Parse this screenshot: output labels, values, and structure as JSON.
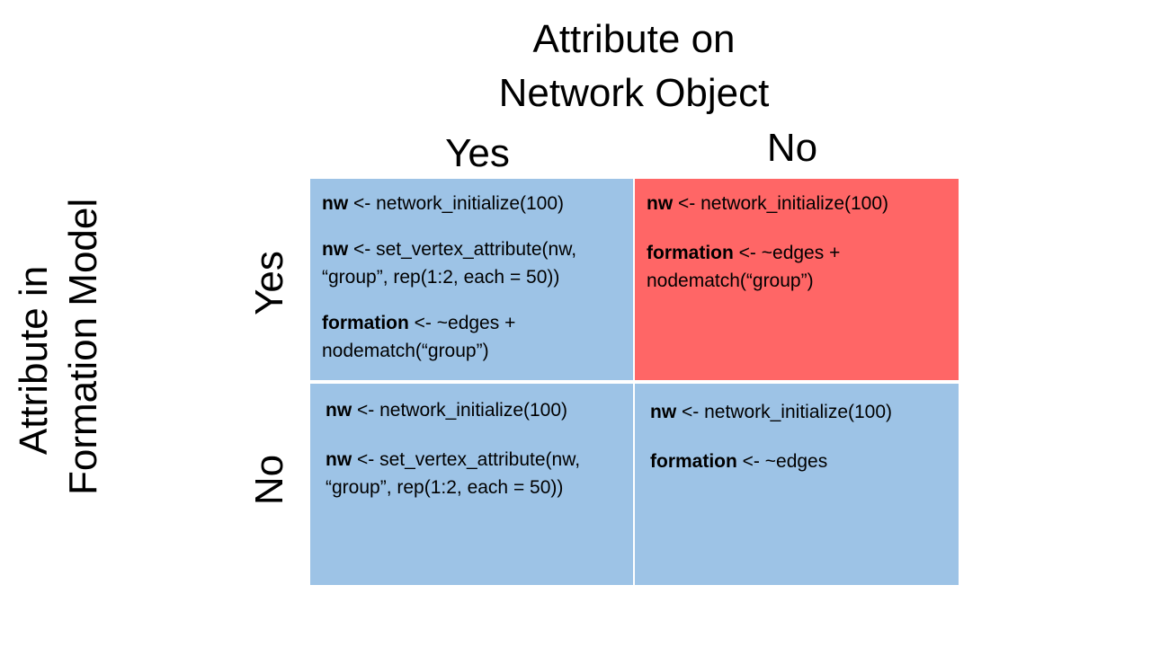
{
  "column_axis": {
    "title_line1": "Attribute on",
    "title_line2": "Network Object",
    "yes": "Yes",
    "no": "No"
  },
  "row_axis": {
    "title_line1": "Attribute in",
    "title_line2": "Formation Model",
    "yes": "Yes",
    "no": "No"
  },
  "cells": {
    "yes_yes": {
      "l1_kw": "nw",
      "l1_rest": " <- network_initialize(100)",
      "l2_kw": "nw",
      "l2_rest": " <- set_vertex_attribute(nw,",
      "l2b": "“group”, rep(1:2, each = 50))",
      "l3_kw": "formation",
      "l3_rest": " <- ~edges +",
      "l3b": "nodematch(“group”)"
    },
    "yes_no": {
      "l1_kw": "nw",
      "l1_rest": " <- network_initialize(100)",
      "l2_kw": "formation",
      "l2_rest": " <- ~edges +",
      "l2b": "nodematch(“group”)"
    },
    "no_yes": {
      "l1_kw": "nw",
      "l1_rest": " <- network_initialize(100)",
      "l2_kw": "nw",
      "l2_rest": " <- set_vertex_attribute(nw,",
      "l2b": "“group”, rep(1:2, each = 50))"
    },
    "no_no": {
      "l1_kw": "nw",
      "l1_rest": " <- network_initialize(100)",
      "l2_kw": "formation",
      "l2_rest": " <- ~edges"
    }
  },
  "colors": {
    "blue_cell": "#9dc3e6",
    "red_cell": "#ff6666"
  }
}
